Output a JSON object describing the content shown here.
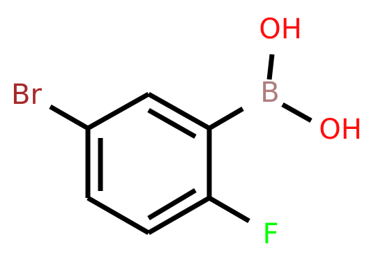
{
  "molecule": {
    "atoms": {
      "bromine": {
        "label": "Br",
        "color": "#a62929"
      },
      "boron": {
        "label": "B",
        "color": "#b07d7d"
      },
      "hydroxyl_top": {
        "label": "OH",
        "color": "#ff0d0d"
      },
      "hydroxyl_bottom": {
        "label": "OH",
        "color": "#ff0d0d"
      },
      "fluorine": {
        "label": "F",
        "color": "#00ff00"
      }
    },
    "bond_color": "#000000"
  }
}
